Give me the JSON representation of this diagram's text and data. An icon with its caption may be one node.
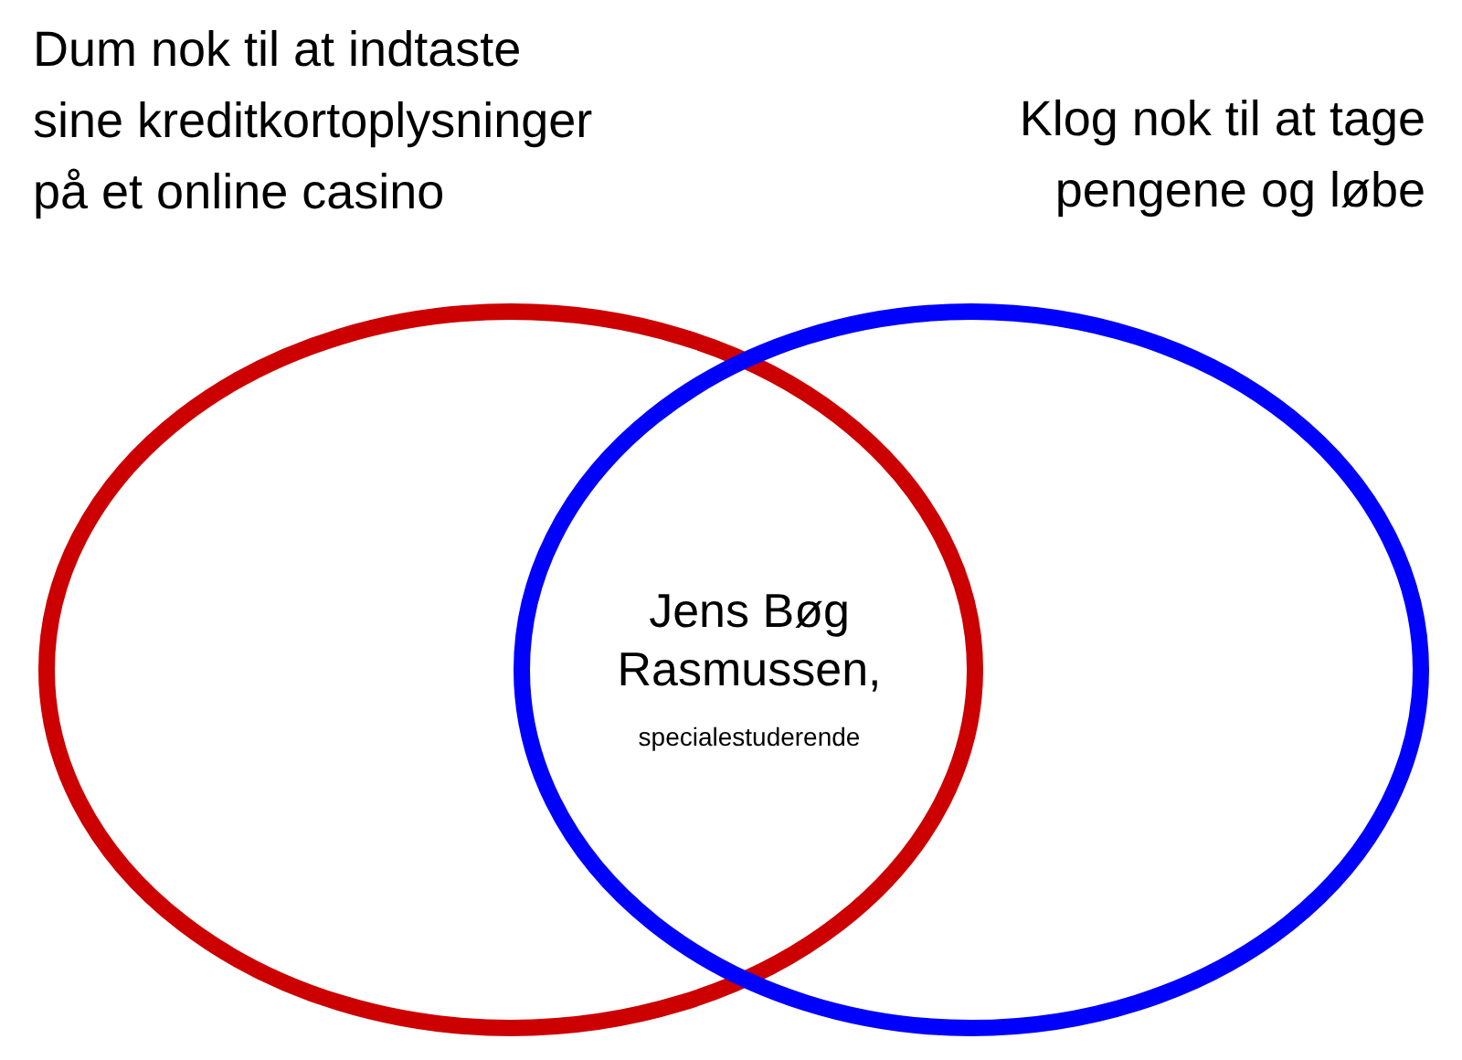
{
  "diagram": {
    "nodes": [
      {
        "text": [
          "Dum nok til at indtaste sine kreditkortoplysninger på et online casino"
        ]
      },
      {
        "text": [
          "Klog nok til at tage pengene og løbe"
        ]
      }
    ],
    "labels": [
      "Jens Bøg Rasmussen,",
      "specialestuderende"
    ]
  }
}
